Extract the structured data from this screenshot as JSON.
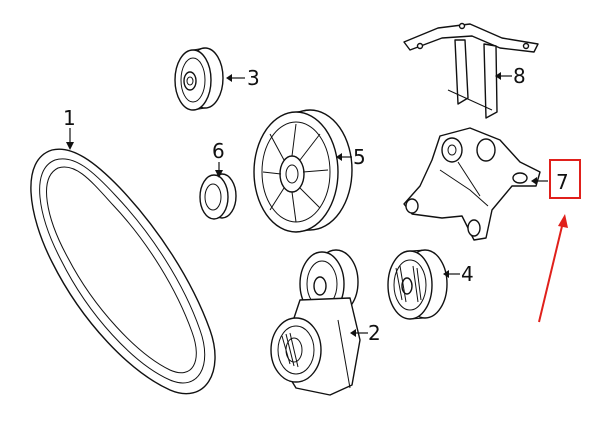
{
  "callouts": [
    {
      "id": "1",
      "label": "1"
    },
    {
      "id": "2",
      "label": "2"
    },
    {
      "id": "3",
      "label": "3"
    },
    {
      "id": "4",
      "label": "4"
    },
    {
      "id": "5",
      "label": "5"
    },
    {
      "id": "6",
      "label": "6"
    },
    {
      "id": "7",
      "label": "7"
    },
    {
      "id": "8",
      "label": "8"
    }
  ],
  "parts": [
    {
      "callout": "1",
      "name": "serpentine-belt"
    },
    {
      "callout": "2",
      "name": "belt-tensioner"
    },
    {
      "callout": "3",
      "name": "idler-pulley"
    },
    {
      "callout": "4",
      "name": "idler-pulley"
    },
    {
      "callout": "5",
      "name": "fan-pulley"
    },
    {
      "callout": "6",
      "name": "pulley-cap"
    },
    {
      "callout": "7",
      "name": "bracket"
    },
    {
      "callout": "8",
      "name": "support-bracket"
    }
  ],
  "highlight": {
    "callout": "7",
    "box_color": "#e0201b",
    "arrow_color": "#e0201b"
  }
}
